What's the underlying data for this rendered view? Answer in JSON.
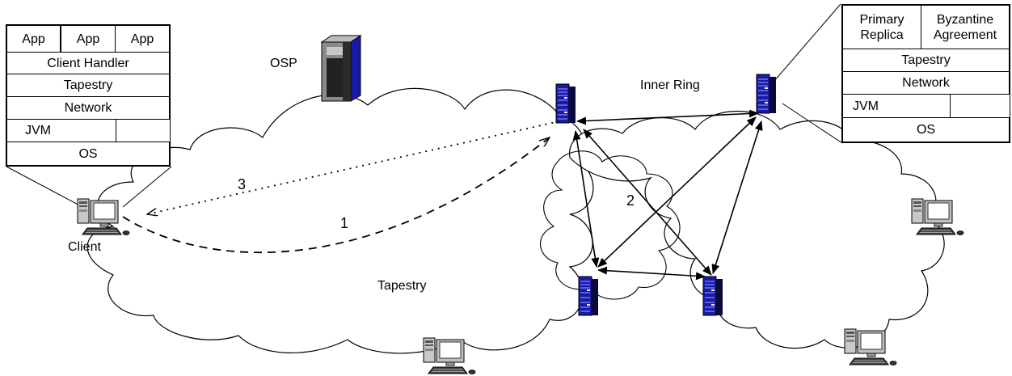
{
  "labels": {
    "osp": "OSP",
    "inner_ring": "Inner Ring",
    "client": "Client",
    "tapestry": "Tapestry",
    "path_1": "1",
    "path_2": "2",
    "path_3": "3"
  },
  "client_stack": {
    "apps": [
      "App",
      "App",
      "App"
    ],
    "client_handler": "Client Handler",
    "tapestry": "Tapestry",
    "network": "Network",
    "jvm": "JVM",
    "os": "OS"
  },
  "server_stack": {
    "primary_replica": "Primary Replica",
    "byzantine_agreement": "Byzantine Agreement",
    "tapestry": "Tapestry",
    "network": "Network",
    "jvm": "JVM",
    "os": "OS"
  },
  "colors": {
    "server_blue": "#1a1aa8",
    "server_dark": "#0a0a3a",
    "osp_gray": "#8a8a8a",
    "monitor_gray": "#b8b8b8",
    "line": "#000000"
  },
  "icons": [
    "server-icon",
    "workstation-icon",
    "osp-server-icon",
    "cloud-shape"
  ]
}
